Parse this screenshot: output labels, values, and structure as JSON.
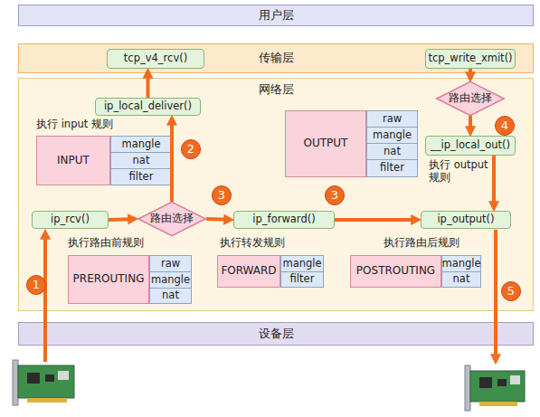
{
  "diagram": {
    "nodes": [
      {
        "text": [
          "用户层"
        ]
      },
      {
        "text": [
          "传输层"
        ]
      },
      {
        "text": [
          "tcp_v4_rcv()"
        ],
        "in": 1
      },
      {
        "text": [
          "tcp_write_xmit()"
        ],
        "in": 1
      },
      {
        "text": [
          "网络层"
        ]
      },
      {
        "text": [
          "ip_local_deliver()"
        ],
        "in": 4
      },
      {
        "text": [
          "路由选择"
        ],
        "in": 4
      },
      {
        "text": [
          "INPUT"
        ],
        "in": 4
      },
      {
        "text": [
          "mangle"
        ],
        "in": 4
      },
      {
        "text": [
          "nat"
        ],
        "in": 4
      },
      {
        "text": [
          "filter"
        ],
        "in": 4
      },
      {
        "text": [
          "OUTPUT"
        ],
        "in": 4
      },
      {
        "text": [
          "raw"
        ],
        "in": 4
      },
      {
        "text": [
          "mangle"
        ],
        "in": 4
      },
      {
        "text": [
          "nat"
        ],
        "in": 4
      },
      {
        "text": [
          "filter"
        ],
        "in": 4
      },
      {
        "text": [
          "__ip_local_out()"
        ],
        "in": 4
      },
      {
        "text": [
          "ip_rcv()"
        ],
        "in": 4
      },
      {
        "text": [
          "路由选择"
        ],
        "in": 4
      },
      {
        "text": [
          "ip_forward()"
        ],
        "in": 4
      },
      {
        "text": [
          "ip_output()"
        ],
        "in": 4
      },
      {
        "text": [
          "PREROUTING"
        ],
        "in": 4
      },
      {
        "text": [
          "raw"
        ],
        "in": 4
      },
      {
        "text": [
          "mangle"
        ],
        "in": 4
      },
      {
        "text": [
          "nat"
        ],
        "in": 4
      },
      {
        "text": [
          "FORWARD"
        ],
        "in": 4
      },
      {
        "text": [
          "mangle"
        ],
        "in": 4
      },
      {
        "text": [
          "filter"
        ],
        "in": 4
      },
      {
        "text": [
          "POSTROUTING"
        ],
        "in": 4
      },
      {
        "text": [
          "mangle"
        ],
        "in": 4
      },
      {
        "text": [
          "nat"
        ],
        "in": 4
      },
      {
        "text": [
          "设备层"
        ]
      }
    ],
    "edges": [
      {
        "from": 17,
        "to": 18,
        "arrow": "to"
      },
      {
        "from": 18,
        "to": 5,
        "arrow": "to"
      },
      {
        "from": 5,
        "to": 2,
        "arrow": "to"
      },
      {
        "from": 18,
        "to": 19,
        "arrow": "to"
      },
      {
        "from": 19,
        "to": 20,
        "arrow": "to"
      },
      {
        "from": 3,
        "to": 6,
        "arrow": "to"
      },
      {
        "from": 6,
        "to": 16,
        "arrow": "to"
      },
      {
        "from": 16,
        "to": 20,
        "arrow": "to"
      }
    ],
    "labels": [
      "执行 input 规则",
      "执行 output 规则",
      "执行路由前规则",
      "执行转发规则",
      "执行路由后规则",
      "1",
      "2",
      "3",
      "3",
      "4",
      "5"
    ]
  }
}
